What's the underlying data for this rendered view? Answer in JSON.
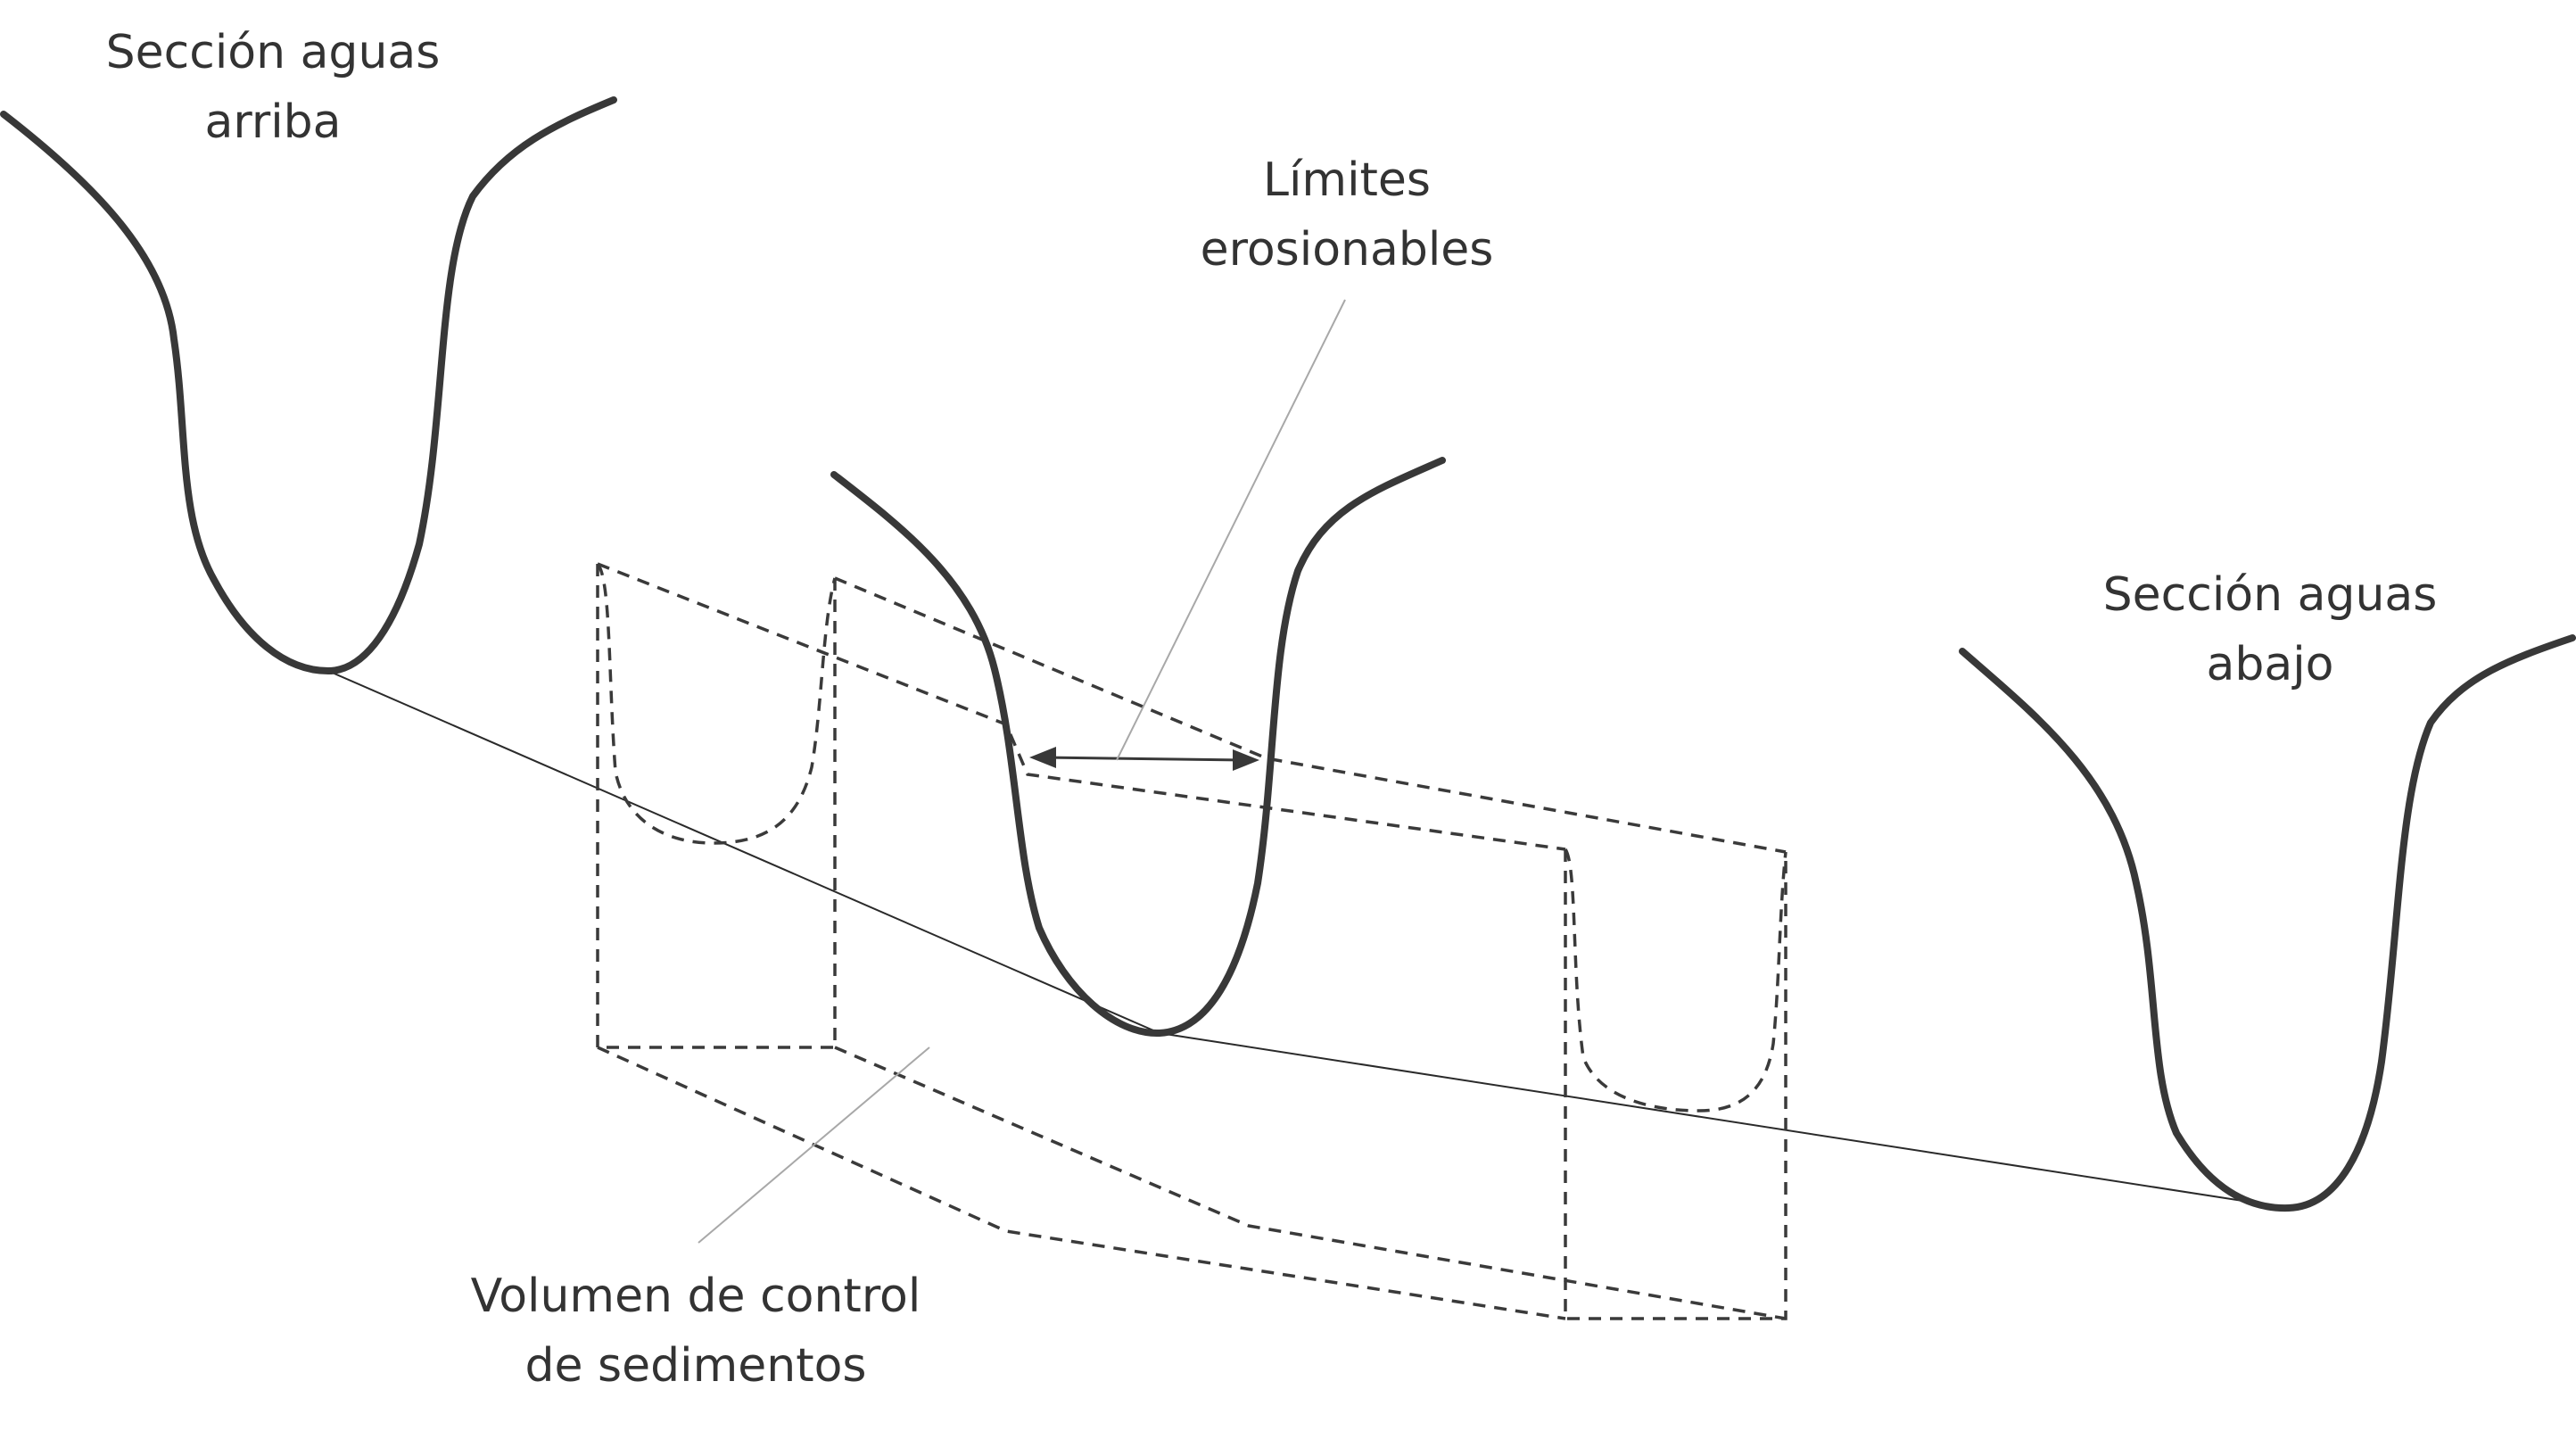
{
  "labels": {
    "upstream_section": {
      "line1": "Sección aguas",
      "line2": "arriba"
    },
    "erodible_limits": {
      "line1": "Límites",
      "line2": "erosionables"
    },
    "downstream_section": {
      "line1": "Sección aguas",
      "line2": "abajo"
    },
    "control_volume": {
      "line1": "Volumen de control",
      "line2": "de sedimentos"
    }
  },
  "colors": {
    "curve": "#383838",
    "dashed": "#3a3a3a",
    "leader": "#a8a8a8",
    "text": "#333333"
  }
}
